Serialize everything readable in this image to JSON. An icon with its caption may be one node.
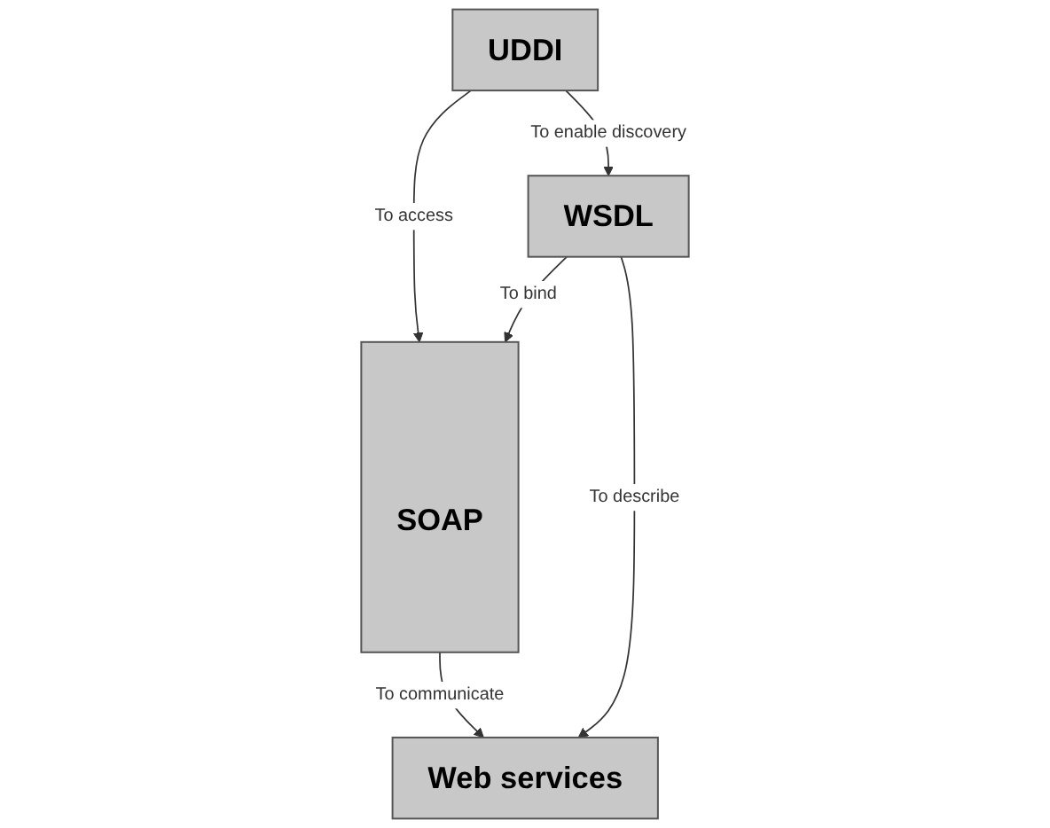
{
  "diagram": {
    "nodes": [
      {
        "text": [
          "UDDI"
        ]
      },
      {
        "text": [
          "WSDL"
        ]
      },
      {
        "text": [
          "Web services"
        ]
      },
      {
        "text": [
          "SOAP"
        ]
      }
    ],
    "edges": [
      {
        "from": 0,
        "to": 3,
        "arrow": "to",
        "label": "To access"
      },
      {
        "from": 0,
        "to": 1,
        "arrow": "to",
        "label": "To enable discovery"
      },
      {
        "from": 1,
        "to": 3,
        "arrow": "to",
        "label": "To bind"
      },
      {
        "from": 1,
        "to": 2,
        "arrow": "to",
        "label": "To describe"
      },
      {
        "from": 3,
        "to": 2,
        "arrow": "to",
        "label": "To communicate"
      }
    ]
  }
}
